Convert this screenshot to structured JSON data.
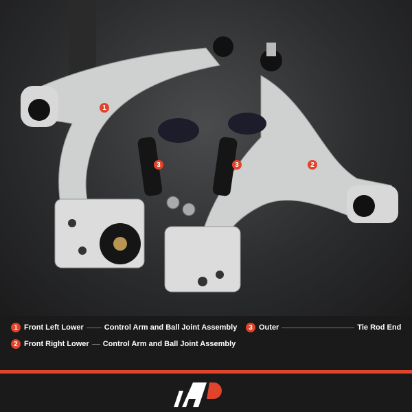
{
  "colors": {
    "accent": "#e0442a",
    "background": "#1a1a1b"
  },
  "callouts": {
    "arm_left": "1",
    "arm_right": "2",
    "tie_rod_left": "3",
    "tie_rod_right": "3"
  },
  "legend": [
    {
      "number": "1",
      "position": "Front Left Lower",
      "part": "Control Arm and Ball Joint Assembly"
    },
    {
      "number": "2",
      "position": "Front Right Lower",
      "part": "Control Arm and Ball Joint Assembly"
    },
    {
      "number": "3",
      "position": "Outer",
      "part": "Tie Rod End"
    }
  ],
  "logo": {
    "text": "AP",
    "icon": "brand-logo"
  }
}
